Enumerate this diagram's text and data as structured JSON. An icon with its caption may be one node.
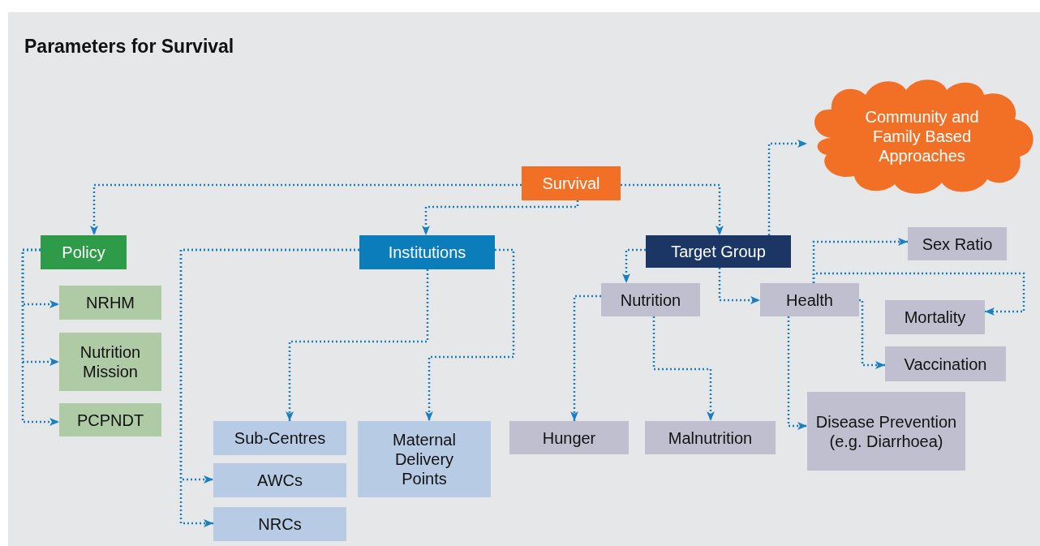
{
  "diagram": {
    "title": "Parameters for Survival",
    "nodes": [
      {
        "text": [
          "Survival"
        ]
      },
      {
        "text": [
          "Community and Family Based Approaches"
        ]
      },
      {
        "text": [
          "Policy"
        ]
      },
      {
        "text": [
          "Institutions"
        ]
      },
      {
        "text": [
          "Target Group"
        ]
      },
      {
        "text": [
          "NRHM"
        ]
      },
      {
        "text": [
          "Nutrition Mission"
        ]
      },
      {
        "text": [
          "PCPNDT"
        ]
      },
      {
        "text": [
          "Sub-Centres"
        ]
      },
      {
        "text": [
          "Maternal Delivery Points"
        ]
      },
      {
        "text": [
          "AWCs"
        ]
      },
      {
        "text": [
          "NRCs"
        ]
      },
      {
        "text": [
          "Nutrition"
        ]
      },
      {
        "text": [
          "Health"
        ]
      },
      {
        "text": [
          "Sex Ratio"
        ]
      },
      {
        "text": [
          "Mortality"
        ]
      },
      {
        "text": [
          "Vaccination"
        ]
      },
      {
        "text": [
          "Hunger"
        ]
      },
      {
        "text": [
          "Malnutrition"
        ]
      },
      {
        "text": [
          "Disease Prevention (e.g. Diarrhoea)"
        ]
      }
    ],
    "edges": [
      {
        "from": 0,
        "to": 2,
        "arrow": "to"
      },
      {
        "from": 0,
        "to": 3,
        "arrow": "to"
      },
      {
        "from": 0,
        "to": 4,
        "arrow": "to"
      },
      {
        "from": 4,
        "to": 1,
        "arrow": "to"
      },
      {
        "from": 2,
        "to": 5,
        "arrow": "to"
      },
      {
        "from": 2,
        "to": 6,
        "arrow": "to"
      },
      {
        "from": 2,
        "to": 7,
        "arrow": "to"
      },
      {
        "from": 3,
        "to": 8,
        "arrow": "to"
      },
      {
        "from": 3,
        "to": 9,
        "arrow": "to"
      },
      {
        "from": 3,
        "to": 10,
        "arrow": "to"
      },
      {
        "from": 3,
        "to": 11,
        "arrow": "to"
      },
      {
        "from": 4,
        "to": 12,
        "arrow": "to"
      },
      {
        "from": 4,
        "to": 13,
        "arrow": "to"
      },
      {
        "from": 12,
        "to": 17,
        "arrow": "to"
      },
      {
        "from": 12,
        "to": 18,
        "arrow": "to"
      },
      {
        "from": 13,
        "to": 14,
        "arrow": "to"
      },
      {
        "from": 13,
        "to": 15,
        "arrow": "to"
      },
      {
        "from": 13,
        "to": 16,
        "arrow": "to"
      },
      {
        "from": 13,
        "to": 19,
        "arrow": "to"
      }
    ]
  }
}
